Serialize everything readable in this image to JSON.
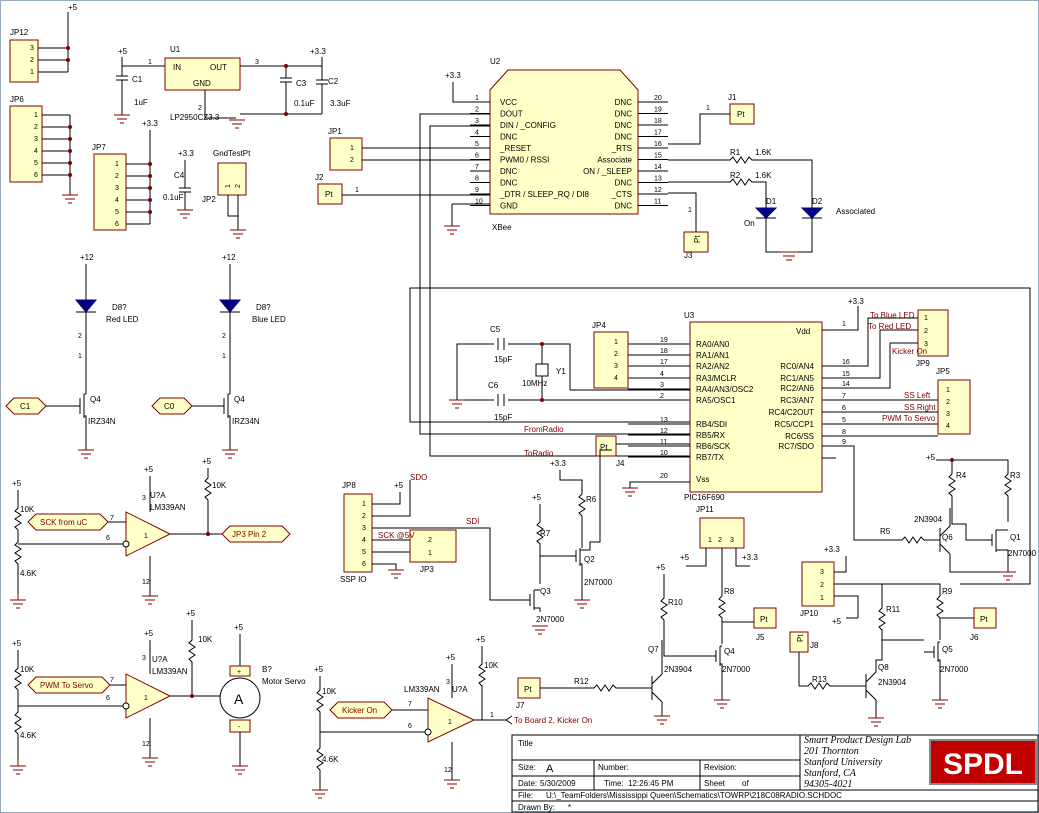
{
  "power": {
    "p5": "+5",
    "p33": "+3.3",
    "p12": "+12"
  },
  "u1": {
    "ref": "U1",
    "name": "LP2950CZ3.3",
    "in": "IN",
    "out": "OUT",
    "gnd": "GND",
    "pin1": "1",
    "pin2": "2",
    "pin3": "3"
  },
  "caps": {
    "c1": "C1",
    "c1v": "1uF",
    "c2": "C2",
    "c2v": "3.3uF",
    "c3": "C3",
    "c3v": "0.1uF",
    "c4": "C4",
    "c4v": "0.1uF",
    "c5": "C5",
    "c5v": "15pF",
    "c6": "C6",
    "c6v": "15pF"
  },
  "jp12": {
    "ref": "JP12",
    "pins": [
      "3",
      "2",
      "1"
    ]
  },
  "jp6": {
    "ref": "JP6",
    "pins": [
      "1",
      "2",
      "3",
      "4",
      "5",
      "6"
    ]
  },
  "jp7": {
    "ref": "JP7",
    "pins": [
      "1",
      "2",
      "3",
      "4",
      "5",
      "6"
    ]
  },
  "jp2": {
    "ref": "JP2",
    "label": "GndTestPt",
    "pins": [
      "1",
      "2"
    ]
  },
  "jp1": {
    "ref": "JP1",
    "pins": [
      "1",
      "2"
    ]
  },
  "j2": {
    "ref": "J2",
    "pin": "1",
    "pt": "Pt"
  },
  "j1": {
    "ref": "J1",
    "pin": "1",
    "pt": "Pt"
  },
  "j3": {
    "ref": "J3",
    "pin": "1",
    "pt": "Pt"
  },
  "u2": {
    "ref": "U2",
    "name": "XBee",
    "left_pins": [
      [
        "1",
        "VCC"
      ],
      [
        "2",
        "DOUT"
      ],
      [
        "3",
        "DIN / _CONFIG"
      ],
      [
        "4",
        "DNC"
      ],
      [
        "5",
        "_RESET"
      ],
      [
        "6",
        "PWM0 / RSSI"
      ],
      [
        "7",
        "DNC"
      ],
      [
        "8",
        "DNC"
      ],
      [
        "9",
        "_DTR / SLEEP_RQ / DI8"
      ],
      [
        "10",
        "GND"
      ]
    ],
    "right_pins": [
      [
        "20",
        "DNC"
      ],
      [
        "19",
        "DNC"
      ],
      [
        "18",
        "DNC"
      ],
      [
        "17",
        "DNC"
      ],
      [
        "16",
        "_RTS"
      ],
      [
        "15",
        "Associate"
      ],
      [
        "14",
        "ON / _SLEEP"
      ],
      [
        "13",
        "DNC"
      ],
      [
        "12",
        "_CTS"
      ],
      [
        "11",
        "DNC"
      ]
    ]
  },
  "leds_top": {
    "r1": "R1",
    "r1v": "1.6K",
    "r2": "R2",
    "r2v": "1.6K",
    "d1": "D1",
    "d1l": "On",
    "d2": "D2",
    "d2l": "Associated"
  },
  "u3": {
    "ref": "U3",
    "name": "PIC16F690",
    "vdd": "Vdd",
    "vss": "Vss",
    "vdd_pin": "1",
    "vss_pin": "20",
    "left_pins": [
      [
        "19",
        "RA0/AN0"
      ],
      [
        "18",
        "RA1/AN1"
      ],
      [
        "17",
        "RA2/AN2"
      ],
      [
        "4",
        "RA3/MCLR"
      ],
      [
        "3",
        "RA4/AN3/OSC2"
      ],
      [
        "2",
        "RA5/OSC1"
      ],
      [
        "13",
        "RB4/SDI"
      ],
      [
        "12",
        "RB5/RX"
      ],
      [
        "11",
        "RB6/SCK"
      ],
      [
        "10",
        "RB7/TX"
      ]
    ],
    "right_pins": [
      [
        "16",
        "RC0/AN4"
      ],
      [
        "15",
        "RC1/AN5"
      ],
      [
        "14",
        "RC2/AN6"
      ],
      [
        "7",
        "RC3/AN7"
      ],
      [
        "6",
        "RC4/C2OUT"
      ],
      [
        "5",
        "RC5/CCP1"
      ],
      [
        "8",
        "RC6/SS"
      ],
      [
        "9",
        "RC7/SDO"
      ]
    ]
  },
  "jp4": {
    "ref": "JP4",
    "pins": [
      "1",
      "2",
      "3",
      "4"
    ]
  },
  "xtal": {
    "ref": "Y1",
    "val": "10MHz"
  },
  "jp9": {
    "ref": "JP9",
    "pins": [
      "1",
      "2",
      "3"
    ],
    "labels": [
      "To Blue LED",
      "To Red LED",
      "Kicker On"
    ]
  },
  "jp5": {
    "ref": "JP5",
    "pins": [
      "1",
      "2",
      "3",
      "4"
    ],
    "labels": [
      "SS Left",
      "SS Right",
      "PWM To Servo"
    ]
  },
  "nets": {
    "from_radio": "FromRadio",
    "to_radio": "ToRadio",
    "sdo": "SDO",
    "sdi": "SDI",
    "sck5v": "SCK @5V"
  },
  "j4": {
    "ref": "J4",
    "pt": "Pt"
  },
  "jp8": {
    "ref": "JP8",
    "label": "SSP IO",
    "pins": [
      "1",
      "2",
      "3",
      "4",
      "5",
      "6"
    ]
  },
  "jp3": {
    "ref": "JP3",
    "pins": [
      "2",
      "1"
    ]
  },
  "q2": {
    "ref": "Q2",
    "type": "2N7000",
    "r6": "R6",
    "r7": "R7",
    "q3": "Q3",
    "q3type": "2N7000"
  },
  "jp11": {
    "ref": "JP11",
    "pins": [
      "1",
      "2",
      "3"
    ]
  },
  "q4b": {
    "ref": "Q4",
    "type": "2N7000",
    "r8": "R8",
    "r10": "R10",
    "q7": "Q7",
    "q7type": "2N3904",
    "r12": "R12"
  },
  "j5": {
    "ref": "J5",
    "pt": "Pt"
  },
  "j7": {
    "ref": "J7",
    "pt": "Pt"
  },
  "j6": {
    "ref": "J6",
    "pt": "Pt"
  },
  "j8": {
    "ref": "J8",
    "pt": "Pt"
  },
  "jp10": {
    "ref": "JP10",
    "pins": [
      "3",
      "2",
      "1"
    ]
  },
  "q5": {
    "ref": "Q5",
    "type": "2N7000",
    "r9": "R9",
    "r11": "R11",
    "q8": "Q8",
    "q8type": "2N3904",
    "r13": "R13"
  },
  "q1": {
    "ref": "Q1",
    "type": "2N7000",
    "r3": "R3",
    "r4": "R4",
    "q6": "Q6",
    "q6type": "2N3904",
    "r5": "R5"
  },
  "led_drv": {
    "d8a": "D8?",
    "d8al": "Red LED",
    "d8b": "D8?",
    "d8bl": "Blue LED",
    "q4a": "Q4",
    "q4type": "IRZ34N",
    "c1": "C1",
    "c0": "C0",
    "pin1": "1",
    "pin2": "2"
  },
  "comp1": {
    "ref": "U?A",
    "name": "LM339AN",
    "in": "SCK from uC",
    "out": "JP3 Pin 2",
    "r1": "10K",
    "r2": "4.6K",
    "rpull": "10K",
    "p7": "7",
    "p6": "6",
    "p1": "1",
    "p3": "3",
    "p12": "12"
  },
  "comp2": {
    "ref": "U?A",
    "name": "LM339AN",
    "in": "PWM To Servo",
    "r1": "10K",
    "r2": "4.6K",
    "rpull": "10K",
    "p7": "7",
    "p6": "6",
    "p1": "1",
    "p3": "3",
    "p12": "12"
  },
  "servo": {
    "ref": "B?",
    "name": "Motor Servo",
    "sym": "A"
  },
  "comp3": {
    "ref": "U?A",
    "name": "LM339AN",
    "in": "Kicker On",
    "out": "To Board 2, Kicker On",
    "r1": "10K",
    "r2": "4.6K",
    "rpull": "10K",
    "p7": "7",
    "p6": "6",
    "p1": "1",
    "p3": "3",
    "p12": "12"
  },
  "title_block": {
    "title_label": "Title",
    "size_label": "Size:",
    "size": "A",
    "number_label": "Number:",
    "revision_label": "Revision:",
    "date_label": "Date:",
    "date": "5/30/2009",
    "time_label": "Time:",
    "time": "12:26:45 PM",
    "sheet_label": "Sheet",
    "of_label": "of",
    "file_label": "File:",
    "file": "U:\\_TeamFolders\\Mississippi Queen\\Schematics\\TOWRP\\218C08RADIO.SCHDOC",
    "drawn_label": "Drawn By:",
    "drawn": "*",
    "org": [
      "Smart Product Design Lab",
      "201 Thornton",
      "Stanford University",
      "Stanford, CA",
      "94305-4021"
    ],
    "logo": "SPDL"
  }
}
